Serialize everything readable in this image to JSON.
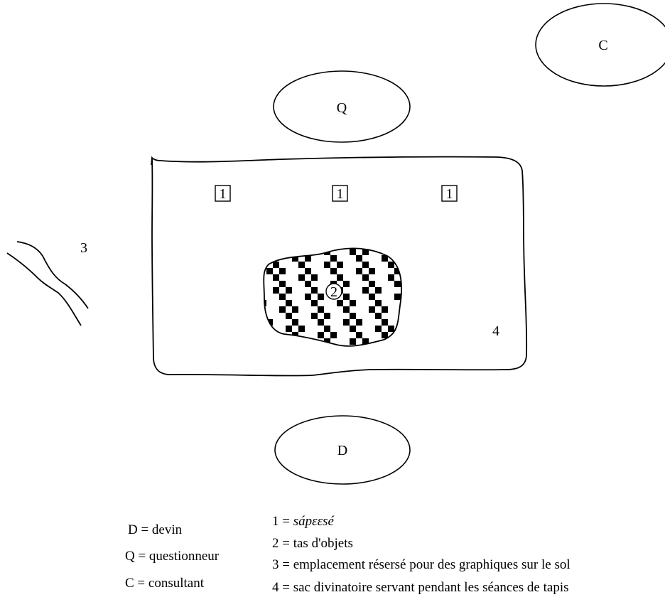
{
  "diagram": {
    "persons": {
      "consultant_letter": "C",
      "questioner_letter": "Q",
      "diviner_letter": "D"
    },
    "marker_one_label": "1",
    "marker_two_label": "2",
    "ground_marks_label": "3",
    "mat_label": "4"
  },
  "legend": {
    "left": [
      {
        "text": "D = devin"
      },
      {
        "text": "Q = questionneur"
      },
      {
        "text": "C = consultant"
      }
    ],
    "right": [
      {
        "prefix": "1 = ",
        "term": "sápεεsé"
      },
      {
        "text": "2 = tas d'objets"
      },
      {
        "text": "3 = emplacement résersé pour des graphiques sur le sol"
      },
      {
        "text": "4 = sac divinatoire servant pendant les séances de tapis"
      }
    ]
  }
}
